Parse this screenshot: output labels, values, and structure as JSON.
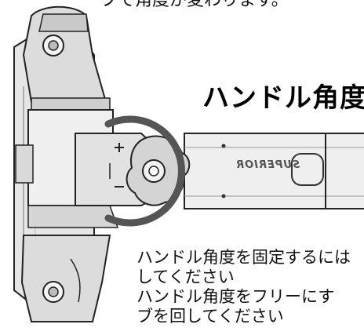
{
  "top_caption": "ブで角度が変わります。",
  "heading": "ハンドル角度",
  "brand_label": "SUPERIOR",
  "description_lines": [
    "ハンドル角度を固定するには",
    "してください",
    "ハンドル角度をフリーにす",
    "ブを回してください"
  ],
  "colors": {
    "line": "#111111",
    "metal_light": "#e8e8e8",
    "metal_mid": "#c9c9c9",
    "metal_dark": "#8c8c8c",
    "ring": "#555555"
  }
}
